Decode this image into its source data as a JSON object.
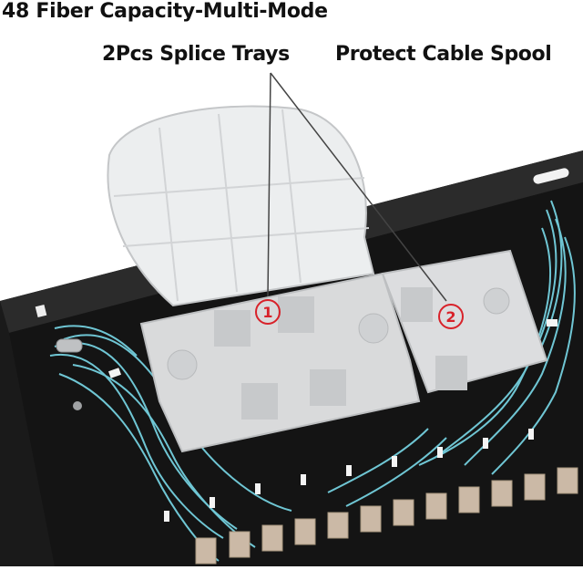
{
  "captions": {
    "title": "48 Fiber Capacity-Multi-Mode",
    "left_label": "2Pcs Splice Trays",
    "right_label": "Protect Cable Spool"
  },
  "badges": [
    {
      "text": "1"
    },
    {
      "text": "2"
    }
  ],
  "colors": {
    "enclosure": "#1b1b1b",
    "tray": "#d9dadb",
    "fiber": "#6fc6d4",
    "adapter": "#cbb9a6",
    "badge": "#d8222a"
  }
}
